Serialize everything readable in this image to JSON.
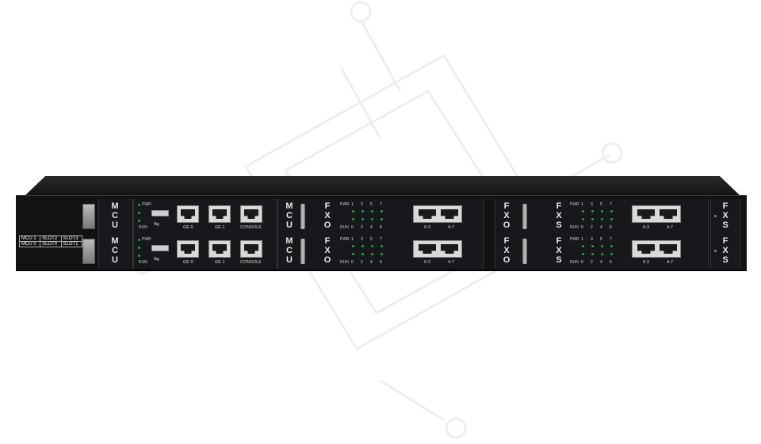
{
  "device": {
    "slot_map": [
      [
        "MCU 1",
        "SLOT2",
        "SLOT3"
      ],
      [
        "MCU 0",
        "SLOT0",
        "SLOT1"
      ]
    ],
    "rows": [
      {
        "mcu": {
          "label": "MCU",
          "pwr": "PWR",
          "run": "RUN",
          "ports": [
            "GE 0",
            "GE 1",
            "CONSOLE"
          ],
          "usb_icon": "usb-icon"
        },
        "fxo": {
          "label": "FXO",
          "led_top_label": "PWR",
          "led_bottom_label": "RUN",
          "top_nums": [
            "1",
            "3",
            "5",
            "7"
          ],
          "bottom_nums": [
            "0",
            "2",
            "4",
            "6"
          ],
          "ports": [
            "0-3",
            "4-7"
          ]
        },
        "fxs": {
          "label": "FXS",
          "led_top_label": "PWR",
          "led_bottom_label": "RUN",
          "top_nums": [
            "1",
            "3",
            "5",
            "7"
          ],
          "bottom_nums": [
            "0",
            "2",
            "4",
            "6"
          ],
          "ports": [
            "0-3",
            "4-7"
          ]
        }
      },
      {
        "mcu": {
          "label": "MCU",
          "pwr": "PWR",
          "run": "RUN",
          "ports": [
            "GE 0",
            "GE 1",
            "CONSOLE"
          ],
          "usb_icon": "usb-icon"
        },
        "fxo": {
          "label": "FXO",
          "led_top_label": "PWR",
          "led_bottom_label": "RUN",
          "top_nums": [
            "1",
            "3",
            "5",
            "7"
          ],
          "bottom_nums": [
            "0",
            "2",
            "4",
            "6"
          ],
          "ports": [
            "0-3",
            "4-7"
          ]
        },
        "fxs": {
          "label": "FXS",
          "led_top_label": "PWR",
          "led_bottom_label": "RUN",
          "top_nums": [
            "1",
            "3",
            "5",
            "7"
          ],
          "bottom_nums": [
            "0",
            "2",
            "4",
            "6"
          ],
          "ports": [
            "0-3",
            "4-7"
          ]
        }
      }
    ],
    "colors": {
      "chassis": "#111214",
      "led_green": "#19a64a",
      "watermark": "#e8e8e8"
    }
  }
}
